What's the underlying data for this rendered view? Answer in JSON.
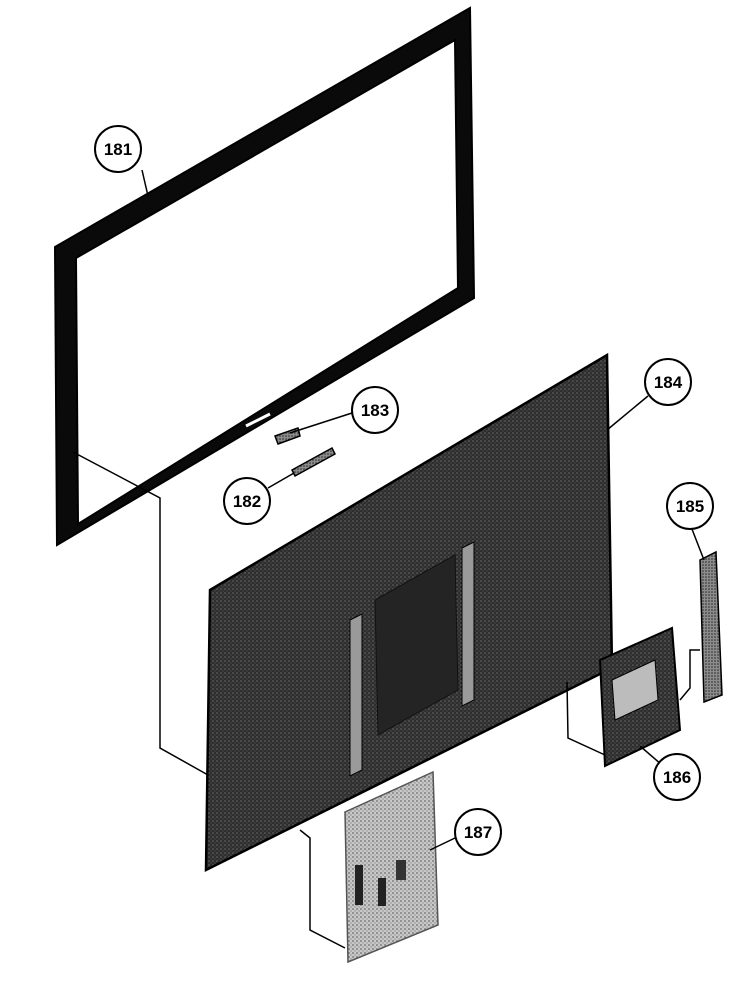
{
  "callouts": {
    "c181": "181",
    "c182": "182",
    "c183": "183",
    "c184": "184",
    "c185": "185",
    "c186": "186",
    "c187": "187"
  },
  "colors": {
    "ink": "#000000",
    "panel_fill": "#3a3a3a",
    "board_fill": "#b5b5b5",
    "paper": "#ffffff"
  }
}
